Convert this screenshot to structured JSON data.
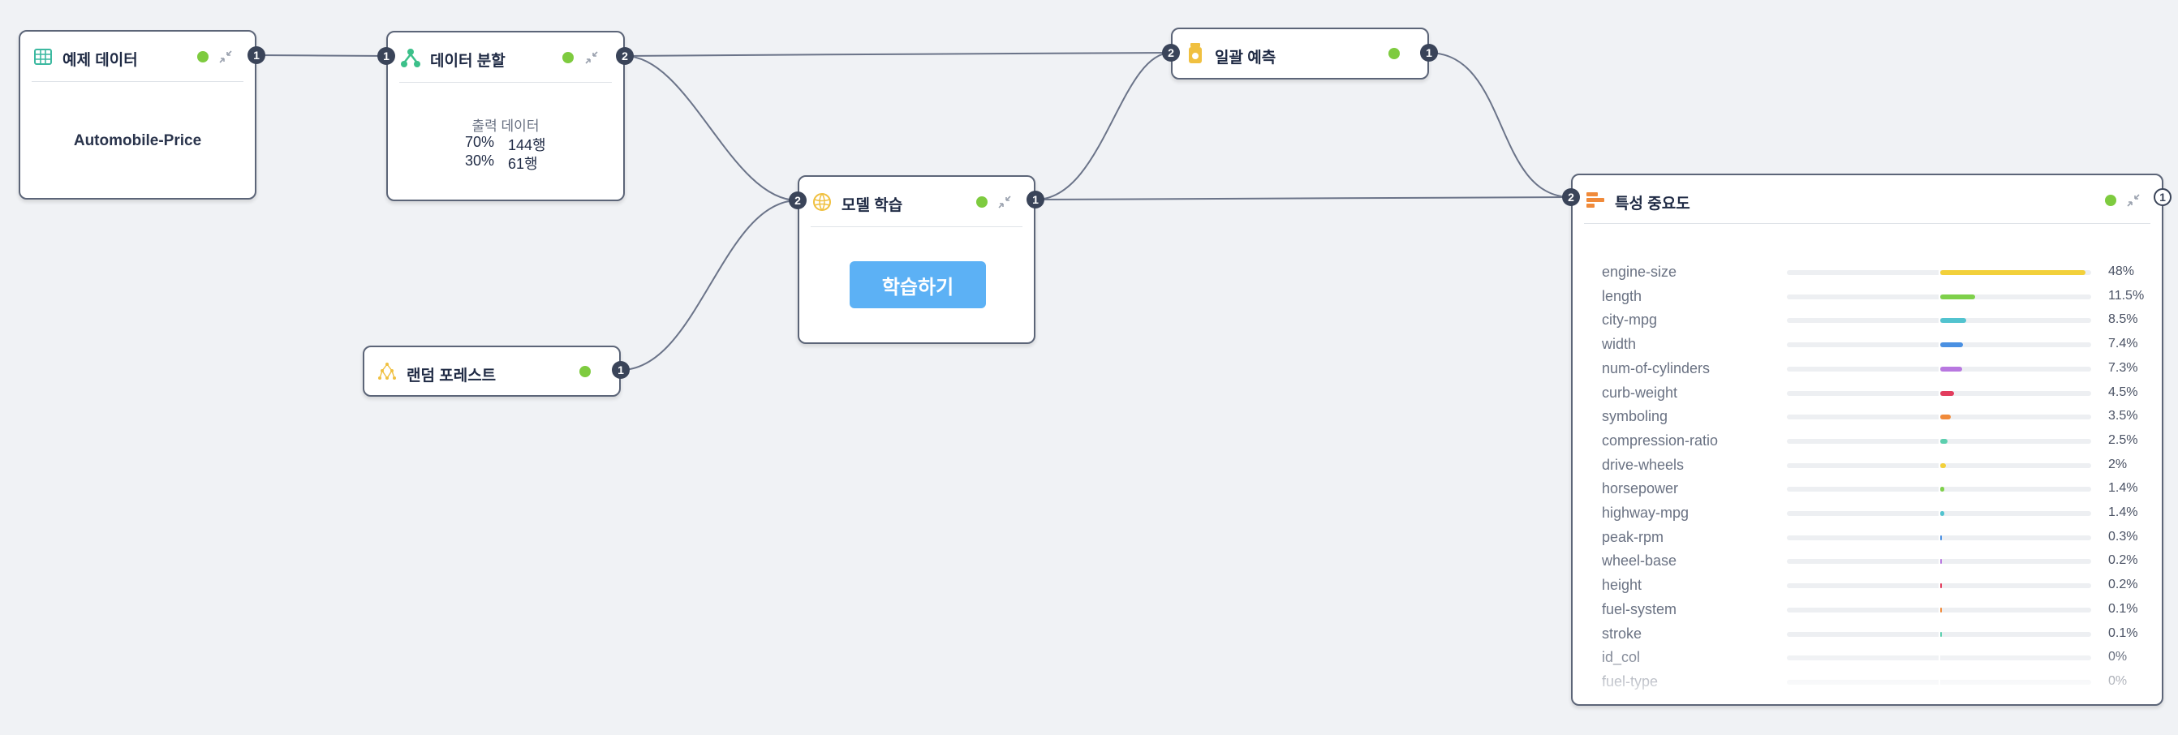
{
  "colors": {
    "canvas": "#f0f2f5",
    "node_border": "#5c6578",
    "port": "#3a4459",
    "status_ok": "#7ecb3f",
    "wire": "#6b7489",
    "button": "#5cb1f5"
  },
  "nodes": {
    "sample_data": {
      "title": "예제 데이터",
      "icon": "table-grid-icon",
      "dataset": "Automobile-Price",
      "output_port": "1"
    },
    "data_split": {
      "title": "데이터 분할",
      "icon": "split-icon",
      "input_port": "1",
      "output_port": "2",
      "output_label": "출력 데이터",
      "rows": [
        {
          "pct": "70%",
          "count": "144행"
        },
        {
          "pct": "30%",
          "count": "61행"
        }
      ]
    },
    "random_forest": {
      "title": "랜덤 포레스트",
      "icon": "forest-icon",
      "output_port": "1"
    },
    "model_training": {
      "title": "모델 학습",
      "icon": "brain-icon",
      "input_port": "2",
      "output_port": "1",
      "button_label": "학습하기"
    },
    "batch_prediction": {
      "title": "일괄 예측",
      "icon": "jar-icon",
      "input_port": "2",
      "output_port": "1"
    },
    "feature_importance": {
      "title": "특성 중요도",
      "icon": "bar-chart-icon",
      "input_port": "2",
      "output_port": "1"
    }
  },
  "chart_data": {
    "type": "bar",
    "title": "특성 중요도",
    "categories": [
      "engine-size",
      "length",
      "city-mpg",
      "width",
      "num-of-cylinders",
      "curb-weight",
      "symboling",
      "compression-ratio",
      "drive-wheels",
      "horsepower",
      "highway-mpg",
      "peak-rpm",
      "wheel-base",
      "height",
      "fuel-system",
      "stroke",
      "id_col",
      "fuel-type"
    ],
    "values": [
      48,
      11.5,
      8.5,
      7.4,
      7.3,
      4.5,
      3.5,
      2.5,
      2,
      1.4,
      1.4,
      0.3,
      0.2,
      0.2,
      0.1,
      0.1,
      0,
      0
    ],
    "labels": [
      "48%",
      "11.5%",
      "8.5%",
      "7.4%",
      "7.3%",
      "4.5%",
      "3.5%",
      "2.5%",
      "2%",
      "1.4%",
      "1.4%",
      "0.3%",
      "0.2%",
      "0.2%",
      "0.1%",
      "0.1%",
      "0%",
      "0%"
    ],
    "colors": [
      "#f2d03b",
      "#7ed04a",
      "#52c3cf",
      "#4a90e2",
      "#b878e0",
      "#e23d5e",
      "#f08a3a",
      "#5ccfae",
      "#f2d03b",
      "#7ed04a",
      "#52c3cf",
      "#4a90e2",
      "#b878e0",
      "#e23d5e",
      "#f08a3a",
      "#5ccfae",
      "#f2d03b",
      "#7ed04a"
    ],
    "xlim": [
      0,
      50
    ],
    "orientation": "horizontal"
  }
}
